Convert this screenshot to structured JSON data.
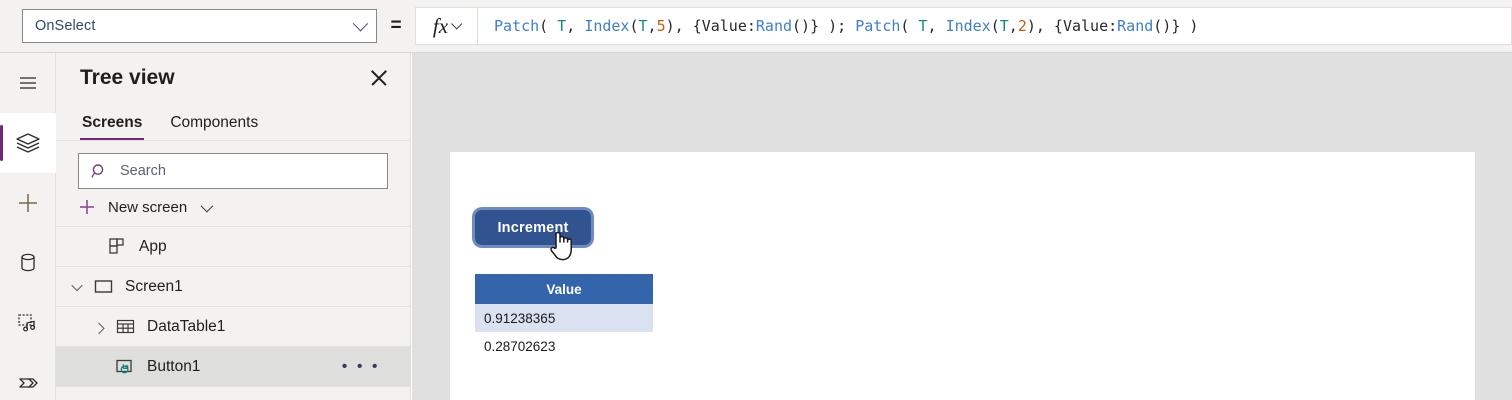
{
  "topbar": {
    "property_select": {
      "value": "OnSelect",
      "icon": "chevron-down-icon"
    },
    "equals": "=",
    "fx_button": {
      "glyph": "fx",
      "icon": "chevron-down-icon"
    },
    "formula_tokens": [
      {
        "t": "Patch",
        "c": "fn"
      },
      {
        "t": "( ",
        "c": "pun"
      },
      {
        "t": "T",
        "c": "ident"
      },
      {
        "t": ", ",
        "c": "pun"
      },
      {
        "t": "Index",
        "c": "fn"
      },
      {
        "t": "(",
        "c": "pun"
      },
      {
        "t": "T",
        "c": "ident"
      },
      {
        "t": ",",
        "c": "pun"
      },
      {
        "t": "5",
        "c": "num"
      },
      {
        "t": "), {Value:",
        "c": "pun"
      },
      {
        "t": "Rand",
        "c": "fn"
      },
      {
        "t": "()} ); ",
        "c": "pun"
      },
      {
        "t": "Patch",
        "c": "fn"
      },
      {
        "t": "( ",
        "c": "pun"
      },
      {
        "t": "T",
        "c": "ident"
      },
      {
        "t": ", ",
        "c": "pun"
      },
      {
        "t": "Index",
        "c": "fn"
      },
      {
        "t": "(",
        "c": "pun"
      },
      {
        "t": "T",
        "c": "ident"
      },
      {
        "t": ",",
        "c": "pun"
      },
      {
        "t": "2",
        "c": "num"
      },
      {
        "t": "), {Value:",
        "c": "pun"
      },
      {
        "t": "Rand",
        "c": "fn"
      },
      {
        "t": "()} )",
        "c": "pun"
      }
    ],
    "formula_plain": "Patch( T, Index(T,5), {Value:Rand()} ); Patch( T, Index(T,2), {Value:Rand()} )"
  },
  "rail": {
    "items": [
      {
        "name": "hamburger-menu-icon",
        "label": "Menu",
        "active": false
      },
      {
        "name": "tree-view-icon",
        "label": "Tree view",
        "active": true
      },
      {
        "name": "insert-plus-icon",
        "label": "Insert",
        "active": false
      },
      {
        "name": "data-cylinder-icon",
        "label": "Data",
        "active": false
      },
      {
        "name": "media-icon",
        "label": "Media",
        "active": false
      },
      {
        "name": "power-automate-icon",
        "label": "Power Automate",
        "active": false
      }
    ],
    "accent_color": "#742774"
  },
  "tree_panel": {
    "title": "Tree view",
    "close_icon": "close-icon",
    "tabs": [
      {
        "label": "Screens",
        "active": true
      },
      {
        "label": "Components",
        "active": false
      }
    ],
    "search": {
      "placeholder": "Search",
      "value": "",
      "icon": "search-icon"
    },
    "new_screen": {
      "label": "New screen",
      "plus_icon": "plus-icon",
      "chevron_icon": "chevron-down-icon"
    },
    "items": [
      {
        "label": "App",
        "icon": "app-grid-icon",
        "indent": 0,
        "twisty": "none",
        "selected": false,
        "menu": false
      },
      {
        "label": "Screen1",
        "icon": "screen-icon",
        "indent": 0,
        "twisty": "down",
        "selected": false,
        "menu": false
      },
      {
        "label": "DataTable1",
        "icon": "datatable-icon",
        "indent": 1,
        "twisty": "right",
        "selected": false,
        "menu": false
      },
      {
        "label": "Button1",
        "icon": "button-icon",
        "indent": 1,
        "twisty": "none",
        "selected": true,
        "menu": true,
        "menu_label": "• • •"
      }
    ]
  },
  "canvas": {
    "button": {
      "label": "Increment",
      "fill": "#31538f",
      "selected": true
    },
    "cursor": "hand-pointer-cursor",
    "datatable": {
      "columns": [
        "Value"
      ],
      "header_fill": "#3465ab",
      "rows": [
        {
          "value": "0.91238365",
          "selected": true
        },
        {
          "value": "0.28702623",
          "selected": false
        }
      ]
    }
  }
}
